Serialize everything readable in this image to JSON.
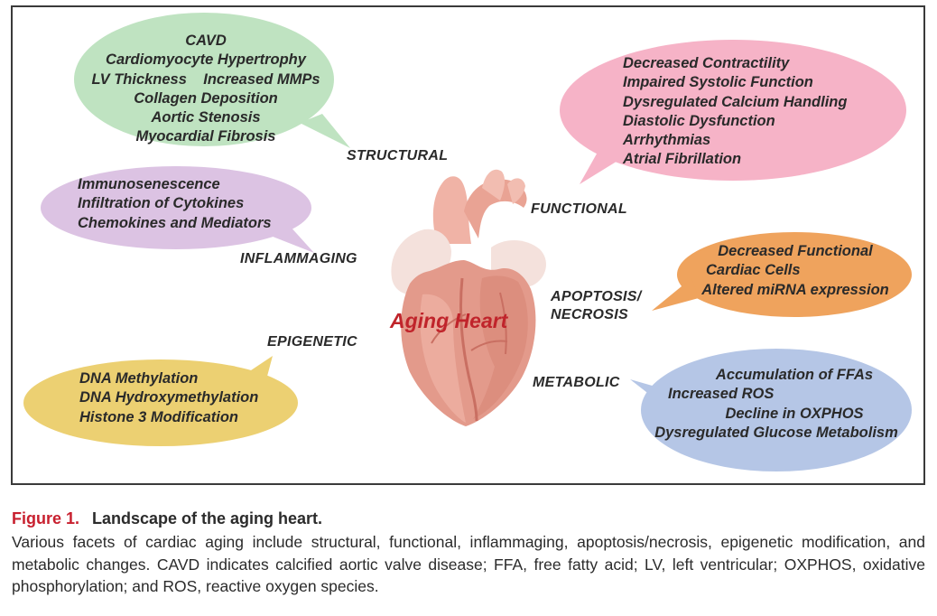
{
  "heart_title": "Aging Heart",
  "categories": {
    "structural": "STRUCTURAL",
    "functional": "FUNCTIONAL",
    "inflammaging": "INFLAMMAGING",
    "apoptosis_line1": "APOPTOSIS/",
    "apoptosis_line2": "NECROSIS",
    "epigenetic": "EPIGENETIC",
    "metabolic": "METABOLIC"
  },
  "bubbles": {
    "structural": {
      "color": "#bfe3c1",
      "items": [
        "CAVD",
        "Cardiomyocyte Hypertrophy",
        "LV Thickness    Increased MMPs",
        "Collagen Deposition",
        "Aortic Stenosis",
        "Myocardial Fibrosis"
      ]
    },
    "functional": {
      "color": "#f6b3c7",
      "items": [
        "Decreased Contractility",
        "Impaired Systolic Function",
        "Dysregulated Calcium Handling",
        "Diastolic Dysfunction",
        "Arrhythmias",
        "Atrial Fibrillation"
      ]
    },
    "inflammaging": {
      "color": "#dcc3e3",
      "items": [
        "Immunosenescence",
        "Infiltration of Cytokines",
        "Chemokines and Mediators"
      ]
    },
    "apoptosis": {
      "color": "#efa35d",
      "items": [
        "Decreased Functional",
        "Cardiac Cells",
        "Altered miRNA expression"
      ]
    },
    "epigenetic": {
      "color": "#ecd072",
      "items": [
        "DNA Methylation",
        "DNA Hydroxymethylation",
        "Histone 3 Modification"
      ]
    },
    "metabolic": {
      "color": "#b5c6e6",
      "items": [
        "Accumulation of FFAs",
        "Increased ROS",
        "Decline in OXPHOS",
        "Dysregulated Glucose Metabolism"
      ]
    }
  },
  "caption": {
    "number": "Figure 1.",
    "title": "Landscape of the aging heart.",
    "body": "Various facets of cardiac aging include structural, functional, inflammaging, apoptosis/necrosis, epigenetic modification, and metabolic changes. CAVD indicates calcified aortic valve disease; FFA, free fatty acid; LV, left ventricular; OXPHOS, oxidative phosphorylation; and ROS, reactive oxygen species."
  },
  "colors": {
    "caption_number": "#c8202f",
    "heart_title": "#c0242b",
    "heart_body": "#e39a8b",
    "heart_vessel": "#f0b3a6",
    "heart_pale": "#f4e1dc"
  }
}
